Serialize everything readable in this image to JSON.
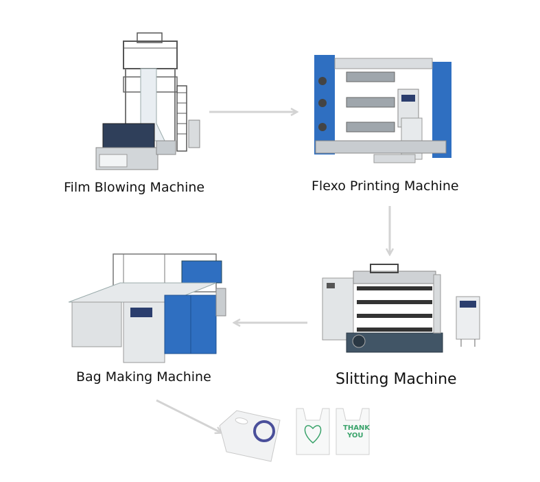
{
  "steps": {
    "film_blowing": "Film Blowing Machine",
    "flexo_printing": "Flexo Printing Machine",
    "slitting": "Slitting Machine",
    "bag_making": "Bag Making Machine"
  },
  "bags": {
    "thank_you_top": "THANK",
    "thank_you_bottom": "YOU"
  },
  "colors": {
    "arrow": "#d3d3d3",
    "machine_blue": "#2f6fc1",
    "machine_gray": "#cfd3d6",
    "label_text": "#111111"
  }
}
